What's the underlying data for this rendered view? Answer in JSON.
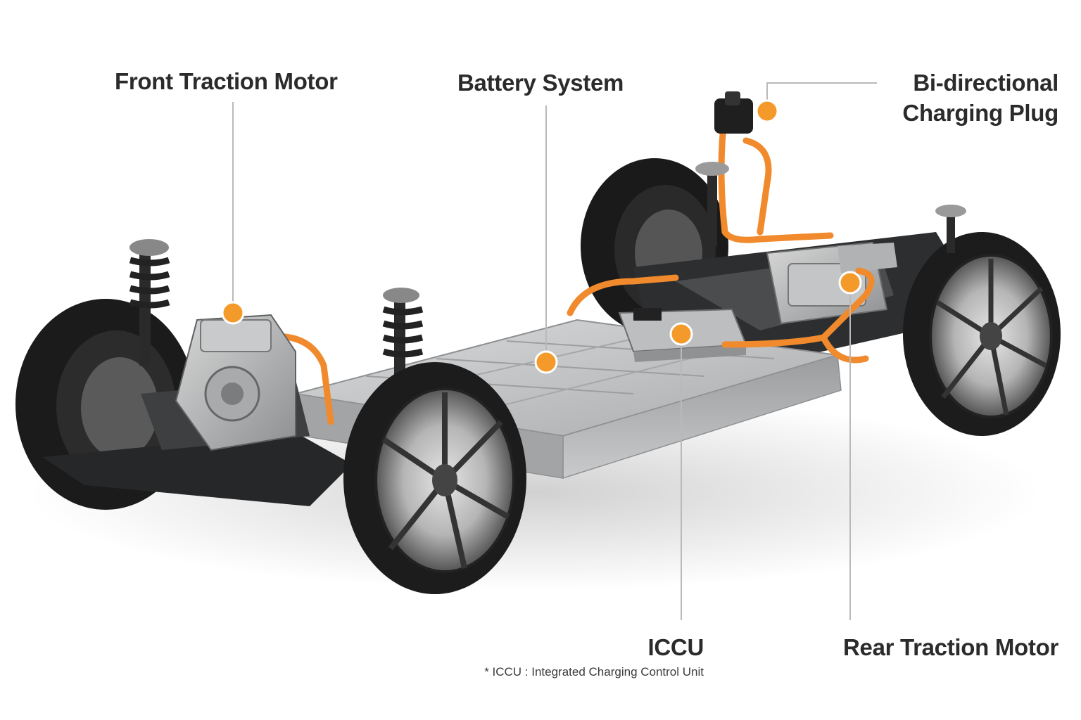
{
  "callouts": {
    "front_motor": {
      "label": "Front Traction Motor"
    },
    "battery": {
      "label": "Battery System"
    },
    "charging_plug": {
      "line1": "Bi-directional",
      "line2": "Charging Plug"
    },
    "iccu": {
      "label": "ICCU"
    },
    "rear_motor": {
      "label": "Rear Traction Motor"
    }
  },
  "footnote": "* ICCU : Integrated Charging Control Unit",
  "colors": {
    "accent": "#f39a2b",
    "leader_line": "#b9b9b9",
    "text": "#2b2b2b",
    "cable": "#f08a2c",
    "tire": "#1c1c1c",
    "battery": "#b7b9bb"
  }
}
